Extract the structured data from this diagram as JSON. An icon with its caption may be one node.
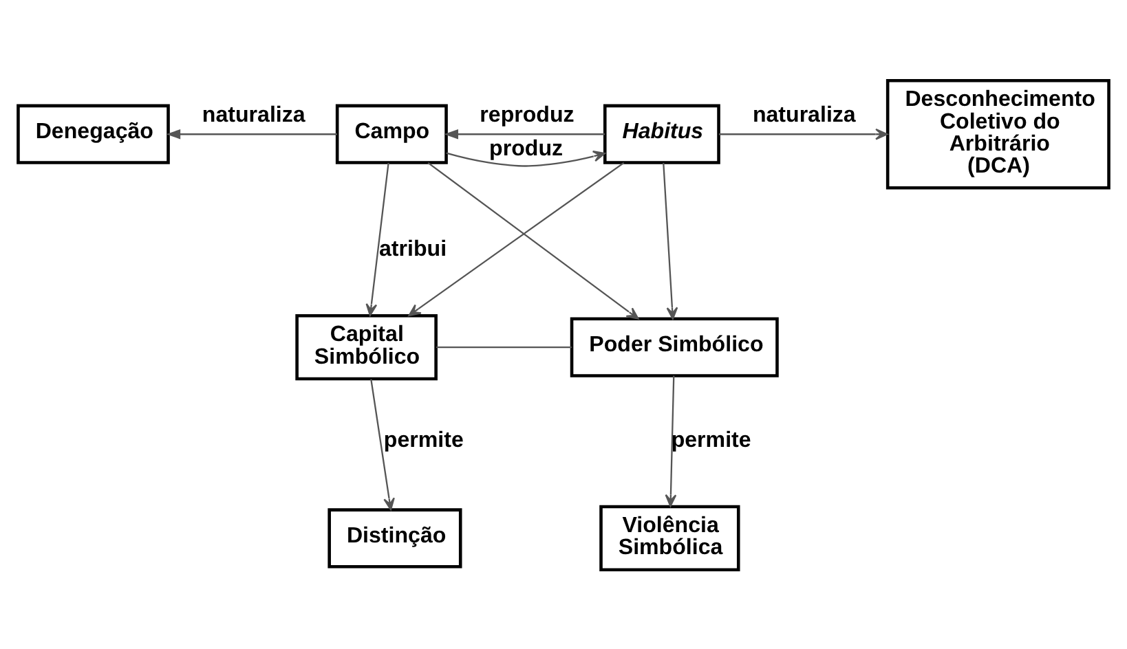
{
  "diagram": {
    "nodes": [
      {
        "text": [
          "Denegação"
        ]
      },
      {
        "text": [
          "Campo"
        ]
      },
      {
        "text": [
          "Habitus"
        ]
      },
      {
        "text": [
          "Desconhecimento Coletivo do Arbitrário (DCA)"
        ]
      },
      {
        "text": [
          "Capital Simbólico"
        ]
      },
      {
        "text": [
          "Poder Simbólico"
        ]
      },
      {
        "text": [
          "Distinção"
        ]
      },
      {
        "text": [
          "Violência Simbólica"
        ]
      }
    ],
    "edges": [
      {
        "from": 1,
        "to": 0,
        "arrow": "to",
        "label": "naturaliza"
      },
      {
        "from": 1,
        "to": 2,
        "arrow": "to",
        "label": "produz"
      },
      {
        "from": 2,
        "to": 1,
        "arrow": "to",
        "label": "reproduz"
      },
      {
        "from": 2,
        "to": 3,
        "arrow": "to",
        "label": "naturaliza"
      },
      {
        "from": 1,
        "to": 4,
        "arrow": "to",
        "label": "atribui"
      },
      {
        "from": 1,
        "to": 5,
        "arrow": "to"
      },
      {
        "from": 2,
        "to": 4,
        "arrow": "to"
      },
      {
        "from": 2,
        "to": 5,
        "arrow": "to"
      },
      {
        "from": 4,
        "to": 5,
        "arrow": "none"
      },
      {
        "from": 4,
        "to": 6,
        "arrow": "to",
        "label": "permite"
      },
      {
        "from": 5,
        "to": 7,
        "arrow": "to",
        "label": "permite"
      }
    ]
  }
}
